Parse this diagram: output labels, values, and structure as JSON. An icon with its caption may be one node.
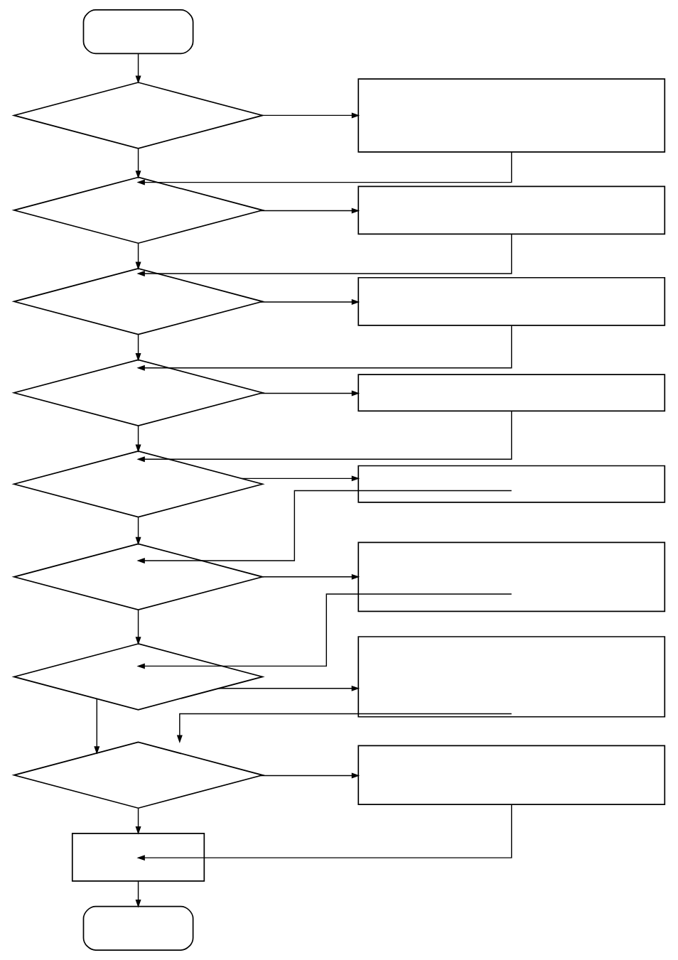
{
  "diagram": {
    "nodes": [
      {
        "text": [],
        "shape": "rounded"
      },
      {
        "text": [],
        "shape": "diamond"
      },
      {
        "text": [],
        "shape": "box"
      },
      {
        "text": [],
        "shape": "diamond"
      },
      {
        "text": [],
        "shape": "box"
      },
      {
        "text": [],
        "shape": "diamond"
      },
      {
        "text": [],
        "shape": "box"
      },
      {
        "text": [],
        "shape": "diamond"
      },
      {
        "text": [],
        "shape": "box"
      },
      {
        "text": [],
        "shape": "diamond"
      },
      {
        "text": [],
        "shape": "box"
      },
      {
        "text": [],
        "shape": "diamond"
      },
      {
        "text": [],
        "shape": "box"
      },
      {
        "text": [],
        "shape": "diamond"
      },
      {
        "text": [],
        "shape": "box"
      },
      {
        "text": [],
        "shape": "diamond"
      },
      {
        "text": [],
        "shape": "box"
      },
      {
        "text": [],
        "shape": "box"
      },
      {
        "text": [],
        "shape": "rounded"
      }
    ],
    "edges": [
      {
        "from": 0,
        "to": 1,
        "arrow": "to"
      },
      {
        "from": 1,
        "to": 2,
        "arrow": "to"
      },
      {
        "from": 2,
        "to": 3,
        "arrow": "to"
      },
      {
        "from": 1,
        "to": 3,
        "arrow": "to"
      },
      {
        "from": 3,
        "to": 4,
        "arrow": "to"
      },
      {
        "from": 4,
        "to": 5,
        "arrow": "to"
      },
      {
        "from": 3,
        "to": 5,
        "arrow": "to"
      },
      {
        "from": 5,
        "to": 6,
        "arrow": "to"
      },
      {
        "from": 6,
        "to": 7,
        "arrow": "to"
      },
      {
        "from": 5,
        "to": 7,
        "arrow": "to"
      },
      {
        "from": 7,
        "to": 8,
        "arrow": "to"
      },
      {
        "from": 8,
        "to": 9,
        "arrow": "to"
      },
      {
        "from": 7,
        "to": 9,
        "arrow": "to"
      },
      {
        "from": 9,
        "to": 10,
        "arrow": "to"
      },
      {
        "from": 10,
        "to": 11,
        "arrow": "to"
      },
      {
        "from": 9,
        "to": 11,
        "arrow": "to"
      },
      {
        "from": 11,
        "to": 12,
        "arrow": "to"
      },
      {
        "from": 12,
        "to": 13,
        "arrow": "to"
      },
      {
        "from": 11,
        "to": 13,
        "arrow": "to"
      },
      {
        "from": 13,
        "to": 14,
        "arrow": "to"
      },
      {
        "from": 14,
        "to": 15,
        "arrow": "to"
      },
      {
        "from": 13,
        "to": 15,
        "arrow": "to"
      },
      {
        "from": 15,
        "to": 16,
        "arrow": "to"
      },
      {
        "from": 16,
        "to": 17,
        "arrow": "to"
      },
      {
        "from": 15,
        "to": 17,
        "arrow": "to"
      },
      {
        "from": 17,
        "to": 18,
        "arrow": "to"
      }
    ]
  }
}
